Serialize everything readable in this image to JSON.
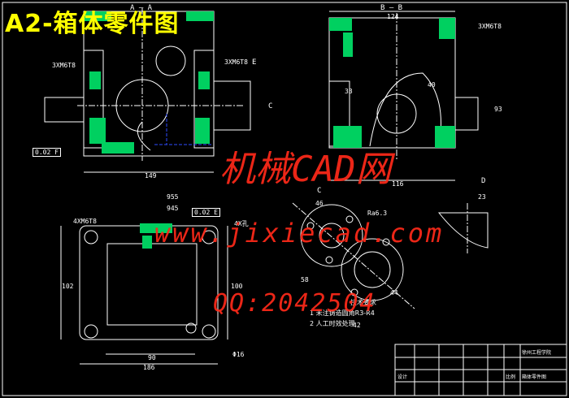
{
  "title": "A2-箱体零件图",
  "watermark": {
    "line1": "机械CAD网",
    "line2": "www.jixiecad.com",
    "line3": "QQ:2042504"
  },
  "views": {
    "section_aa": "A — A",
    "section_bb": "B — B",
    "view_c": "C",
    "view_d": "D",
    "arrow_e": "E",
    "arrow_c": "C"
  },
  "labels": {
    "thread_left": "3XM6T8",
    "thread_right": "3XM6T8",
    "thread_bb": "3XM6T8",
    "dim_top_bb": "124",
    "dim_bottom_aa": "149",
    "dim_bottom_bb": "116",
    "dim_plan_w": "186",
    "dim_plan_h": "102",
    "dim_plan_h2": "100",
    "dim_plan_inner": "90",
    "hole_4x": "4XM6T8",
    "hole_4x_r": "4X孔",
    "dim_955": "955",
    "dim_945": "945",
    "dim_40": "40",
    "dim_33": "33",
    "dim_93": "93",
    "dim_46": "46",
    "dim_44": "44",
    "dim_42": "42",
    "dim_58": "58",
    "dim_16": "Φ16",
    "dim_23": "23",
    "tol_aa": "0.02 F",
    "tol_plan": "0.02 E",
    "rough": "Ra6.3"
  },
  "tech": {
    "heading": "技术要求",
    "item1": "1 未注铸造圆角R3-R4",
    "item2": "2 人工时效处理"
  },
  "title_block": {
    "school": "徐州工程学院",
    "drawing_name": "箱体零件图",
    "design": "设计",
    "scale": "比例"
  },
  "colors": {
    "background": "#000000",
    "title": "#ffff00",
    "watermark": "#ff2a1a",
    "hatch": "#00d060",
    "line": "#ffffff",
    "hidden": "#2e4cff"
  }
}
